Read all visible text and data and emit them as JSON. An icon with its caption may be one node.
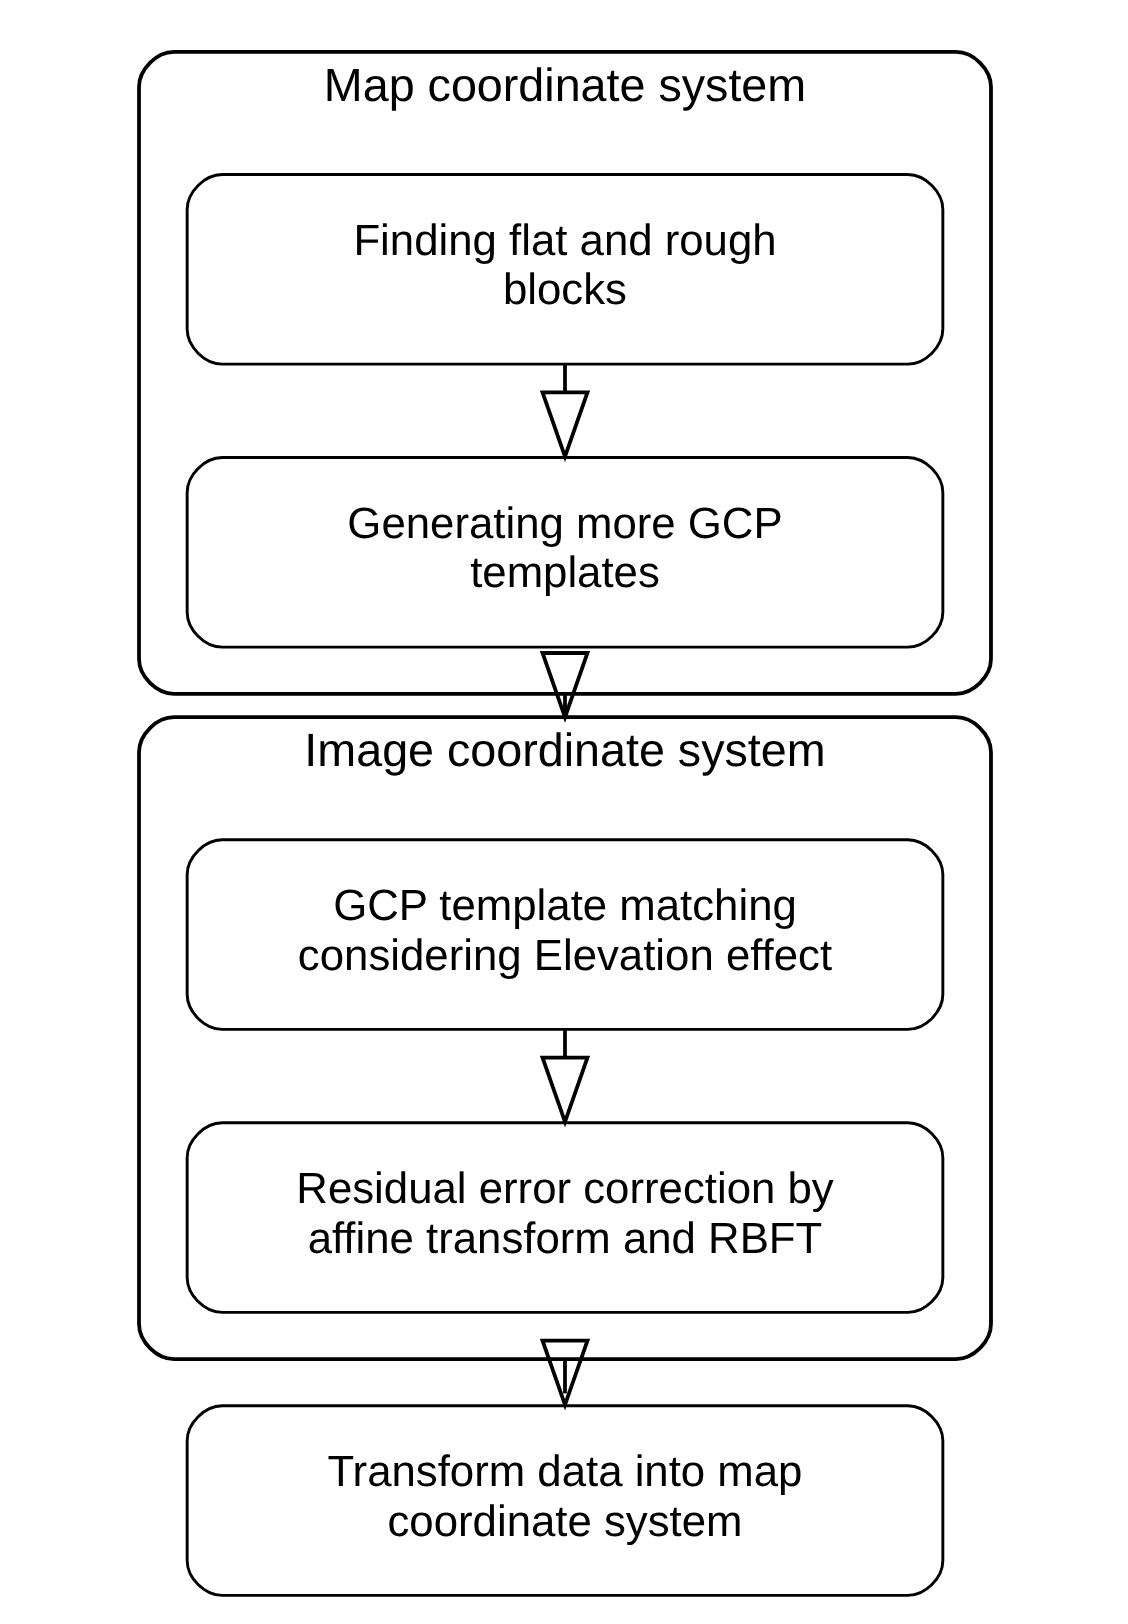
{
  "diagram": {
    "nodes": [
      {
        "text": [
          "Map coordinate system"
        ]
      },
      {
        "text": [
          "Finding flat and rough blocks"
        ],
        "in": 0
      },
      {
        "text": [
          "Generating more GCP templates"
        ],
        "in": 0
      },
      {
        "text": [
          "Image coordinate system"
        ]
      },
      {
        "text": [
          "GCP template matching considering Elevation effect"
        ],
        "in": 3
      },
      {
        "text": [
          "Residual error correction by affine transform and RBFT"
        ],
        "in": 3
      },
      {
        "text": [
          "Transform data into map coordinate system"
        ]
      }
    ],
    "edges": [
      {
        "from": 1,
        "to": 2,
        "arrow": "to"
      },
      {
        "from": 0,
        "to": 3,
        "arrow": "to"
      },
      {
        "from": 4,
        "to": 5,
        "arrow": "to"
      },
      {
        "from": 3,
        "to": 6,
        "arrow": "to"
      }
    ]
  }
}
